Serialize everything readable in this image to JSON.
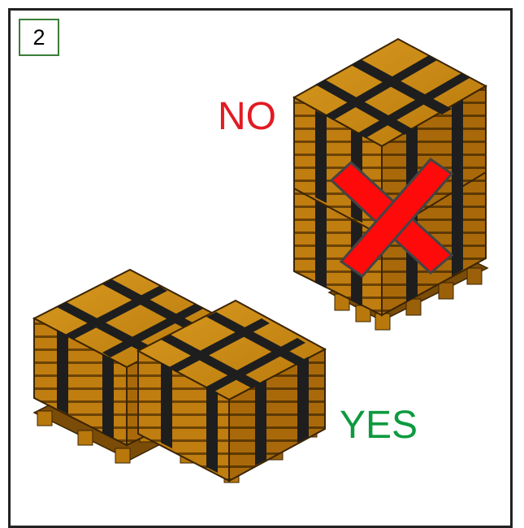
{
  "step_number": "2",
  "labels": {
    "no": "NO",
    "yes": "YES"
  },
  "colors": {
    "no_text": "#e21b22",
    "yes_text": "#0d9a3e",
    "cross_mark": "#ff0a0a",
    "crate_wood": "#c9860f",
    "strap": "#1e1e1e"
  },
  "illustrations": {
    "incorrect": "two-crates-stacked-vertically",
    "correct": "two-crates-side-by-side"
  }
}
